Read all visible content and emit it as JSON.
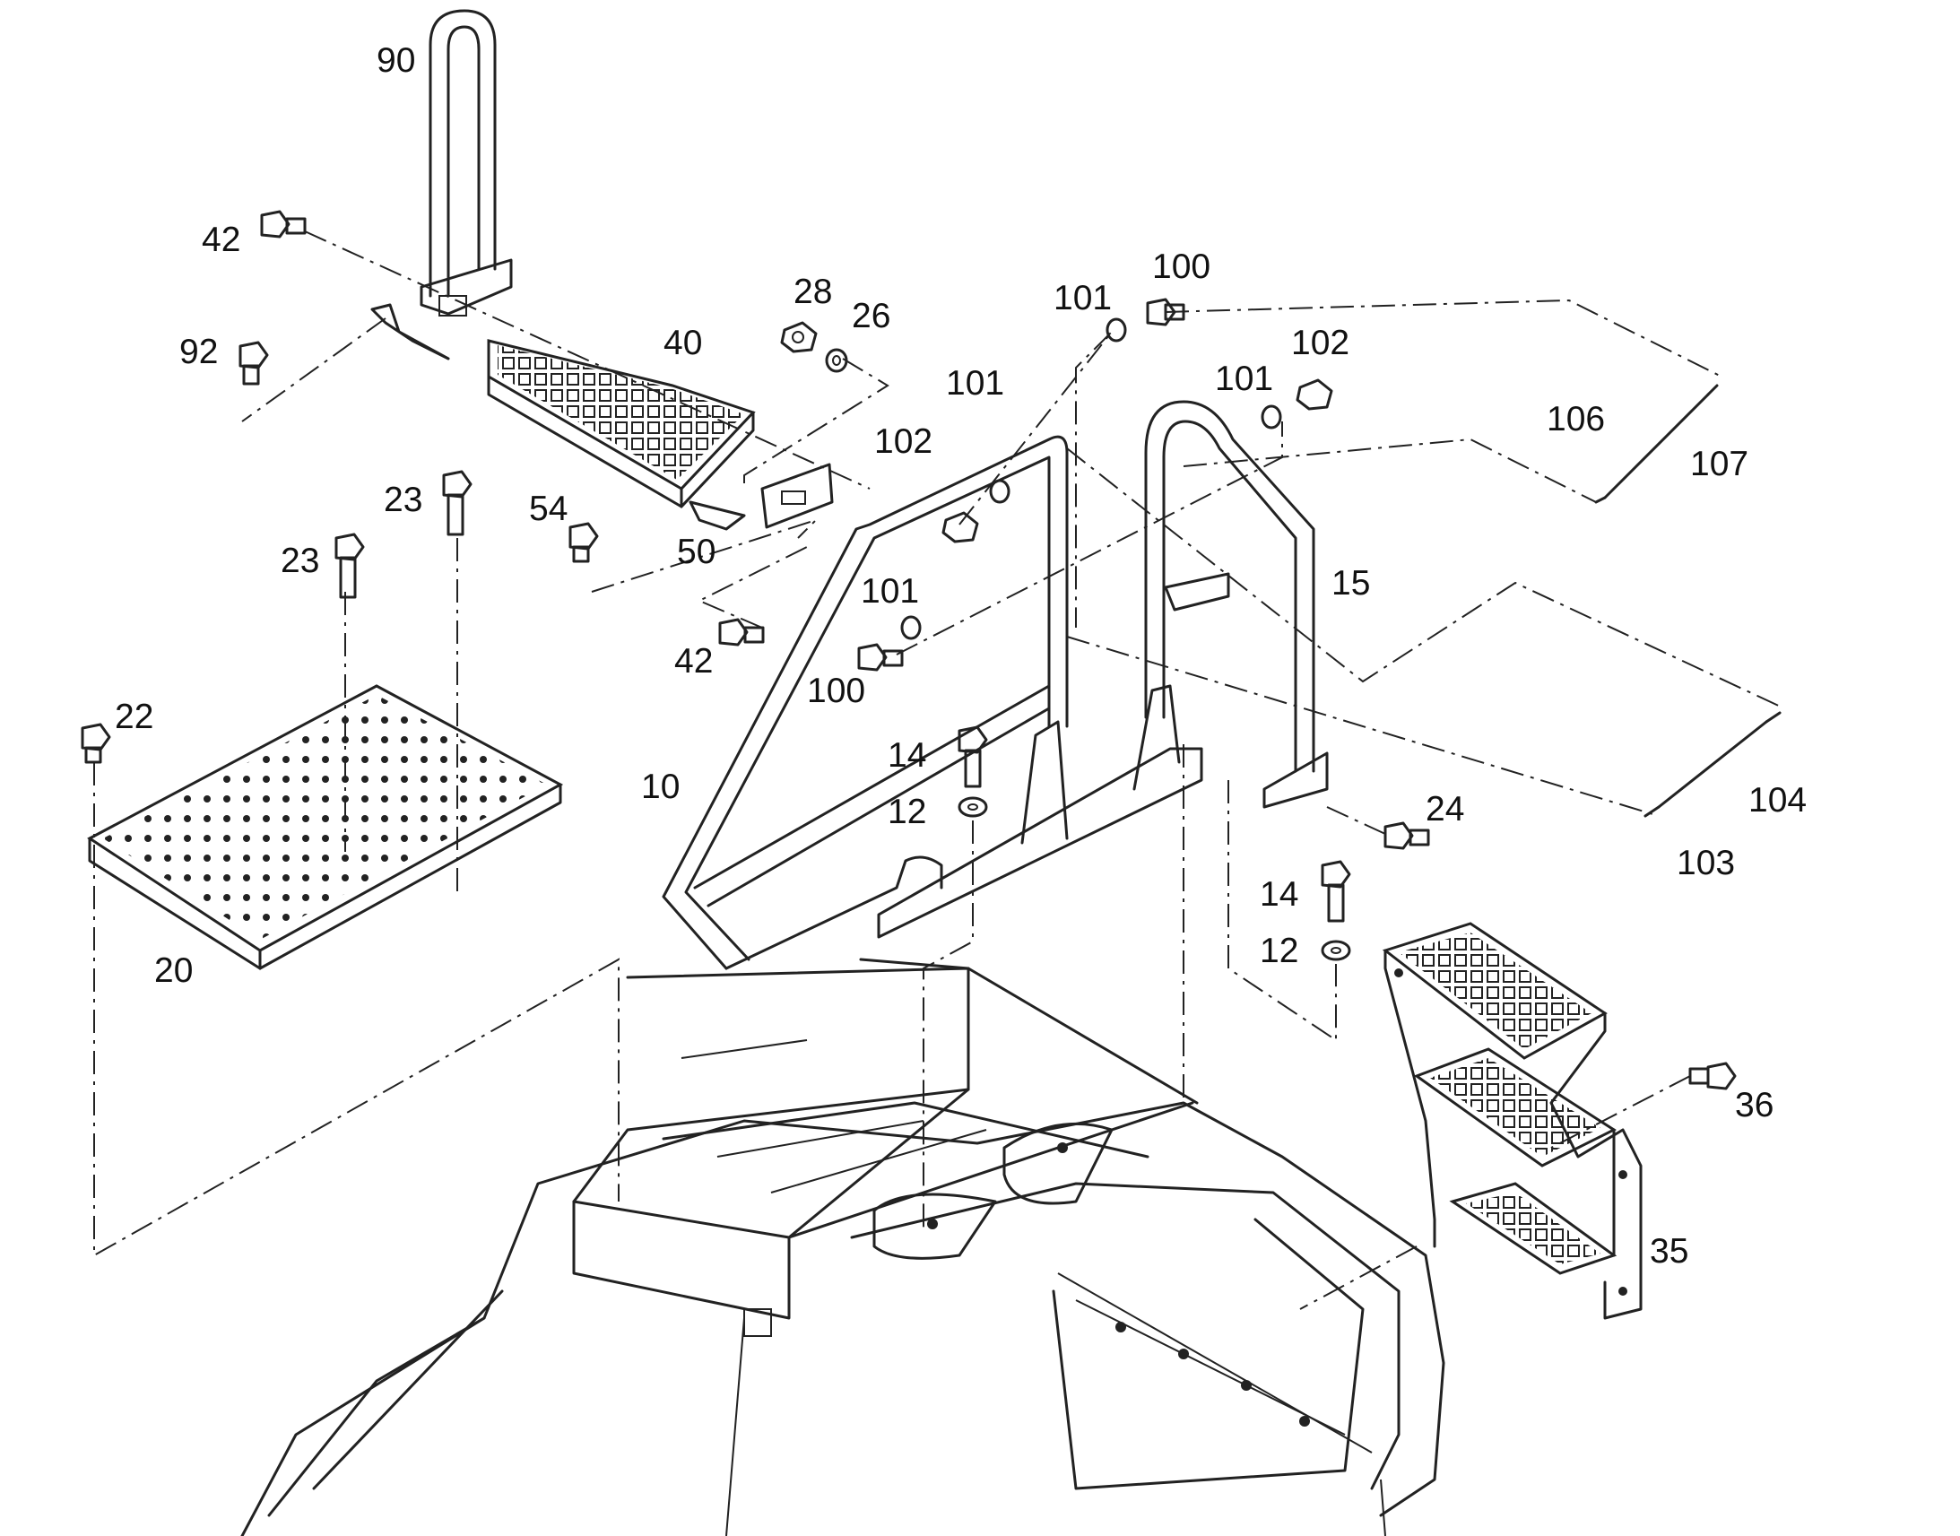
{
  "diagram": {
    "labels": {
      "p90": "90",
      "p42a": "42",
      "p92": "92",
      "p40": "40",
      "p28": "28",
      "p26": "26",
      "p101a": "101",
      "p100a": "100",
      "p101b": "101",
      "p102a": "102",
      "p101c": "101",
      "p102b": "102",
      "p106": "106",
      "p107": "107",
      "p23a": "23",
      "p54": "54",
      "p23b": "23",
      "p50": "50",
      "p101d": "101",
      "p15": "15",
      "p42b": "42",
      "p100b": "100",
      "p22": "22",
      "p14a": "14",
      "p12a": "12",
      "p10": "10",
      "p24": "24",
      "p104": "104",
      "p103": "103",
      "p14b": "14",
      "p12b": "12",
      "p20": "20",
      "p36": "36",
      "p35": "35"
    }
  }
}
